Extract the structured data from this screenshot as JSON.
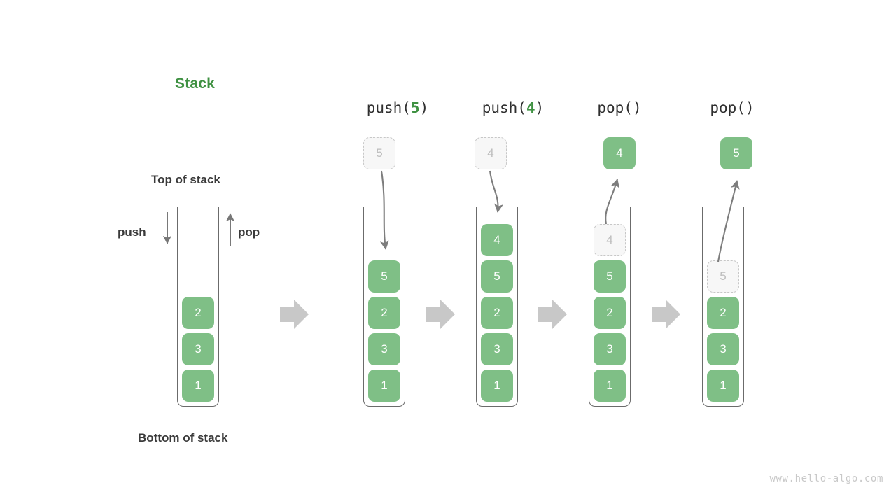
{
  "title": "Stack",
  "labels": {
    "top_of_stack": "Top of stack",
    "bottom_of_stack": "Bottom of stack",
    "push": "push",
    "pop": "pop"
  },
  "watermark": "www.hello-algo.com",
  "colors": {
    "accent_green": "#3f9142",
    "block_green": "#7fbf86",
    "ghost_fill": "#f7f7f7",
    "ghost_border": "#c7c7c7",
    "ghost_text": "#bdbdbd",
    "container_stroke": "#6b6b6b",
    "arrow_gray": "#777777",
    "step_arrow_gray": "#c8c8c8",
    "text_dark": "#3a3a3a",
    "watermark_gray": "#c9c9c9"
  },
  "columns": [
    {
      "id": "initial",
      "header": null,
      "header_prefix": null,
      "header_arg": null,
      "header_suffix": null,
      "stack": [
        "2",
        "3",
        "1"
      ],
      "ghost_in_stack": null,
      "floating_block": null,
      "floating_ghost": null
    },
    {
      "id": "push5",
      "header_prefix": "push(",
      "header_arg": "5",
      "header_suffix": ")",
      "stack": [
        "5",
        "2",
        "3",
        "1"
      ],
      "ghost_in_stack": null,
      "floating_block": null,
      "floating_ghost": "5",
      "motion": "down"
    },
    {
      "id": "push4",
      "header_prefix": "push(",
      "header_arg": "4",
      "header_suffix": ")",
      "stack": [
        "4",
        "5",
        "2",
        "3",
        "1"
      ],
      "ghost_in_stack": null,
      "floating_block": null,
      "floating_ghost": "4",
      "motion": "down"
    },
    {
      "id": "pop1",
      "header_prefix": "pop(",
      "header_arg": "",
      "header_suffix": ")",
      "stack": [
        "5",
        "2",
        "3",
        "1"
      ],
      "ghost_in_stack": "4",
      "floating_block": "4",
      "floating_ghost": null,
      "motion": "up"
    },
    {
      "id": "pop2",
      "header_prefix": "pop(",
      "header_arg": "",
      "header_suffix": ")",
      "stack": [
        "2",
        "3",
        "1"
      ],
      "ghost_in_stack": "5",
      "floating_block": "5",
      "floating_ghost": null,
      "motion": "up"
    }
  ],
  "step_arrows": [
    {
      "from": "initial",
      "to": "push5"
    },
    {
      "from": "push5",
      "to": "push4"
    },
    {
      "from": "push4",
      "to": "pop1"
    },
    {
      "from": "pop1",
      "to": "pop2"
    }
  ]
}
